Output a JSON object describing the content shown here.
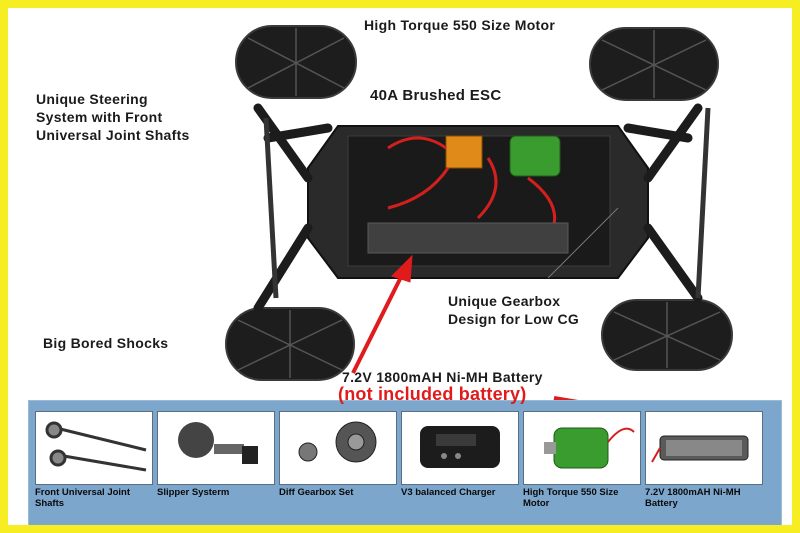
{
  "callouts": {
    "motor": "High Torque 550 Size Motor",
    "esc": "40A Brushed ESC",
    "steering_line1": "Unique Steering",
    "steering_line2": "System  with Front",
    "steering_line3": "Universal Joint Shafts",
    "gearbox_line1": "Unique Gearbox",
    "gearbox_line2": "Design for Low CG",
    "shocks": "Big Bored Shocks",
    "battery": "7.2V 1800mAH Ni-MH Battery",
    "not_included": "(not included battery)"
  },
  "parts": [
    {
      "label": "Front Universal Joint Shafts"
    },
    {
      "label": "Slipper  Systerm"
    },
    {
      "label": "Diff Gearbox Set"
    },
    {
      "label": "V3 balanced Charger"
    },
    {
      "label": "High Torque 550 Size Motor"
    },
    {
      "label": "7.2V 1800mAH Ni-MH Battery"
    }
  ],
  "colors": {
    "frame": "#f6ee22",
    "panel": "#7da6cc",
    "arrow": "#e01b1b",
    "motor_green": "#3a9b2f",
    "esc_orange": "#e08a1a"
  }
}
